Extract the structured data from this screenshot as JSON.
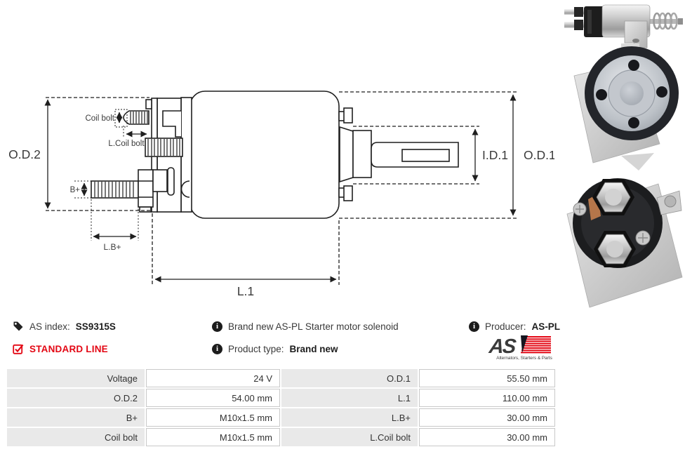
{
  "drawing": {
    "labels": {
      "od2": "O.D.2",
      "od1": "O.D.1",
      "id1": "I.D.1",
      "l1": "L.1",
      "coil_bolt": "Coil bolt",
      "l_coil_bolt": "L.Coil bolt",
      "b_plus": "B+",
      "l_b_plus": "L.B+"
    }
  },
  "info": {
    "as_index_label": "AS index:",
    "as_index_value": "SS9315S",
    "standard_line": "STANDARD LINE",
    "description": "Brand new AS-PL Starter motor solenoid",
    "product_type_label": "Product type:",
    "product_type_value": "Brand new",
    "producer_label": "Producer:",
    "producer_value": "AS-PL",
    "logo_text": "AS",
    "logo_tagline": "Alternators, Starters & Parts"
  },
  "icons": [
    "tag-icon",
    "checkbox-checked-icon",
    "info-icon"
  ],
  "colors": {
    "accent_red": "#e30613",
    "table_label_bg": "#e9e9e9",
    "table_border": "#c9c9c9",
    "line_color": "#1f1f1f"
  },
  "table": {
    "rows": [
      {
        "label1": "Voltage",
        "value1": "24 V",
        "label2": "O.D.1",
        "value2": "55.50 mm"
      },
      {
        "label1": "O.D.2",
        "value1": "54.00 mm",
        "label2": "L.1",
        "value2": "110.00 mm"
      },
      {
        "label1": "B+",
        "value1": "M10x1.5 mm",
        "label2": "L.B+",
        "value2": "30.00 mm"
      },
      {
        "label1": "Coil bolt",
        "value1": "M10x1.5 mm",
        "label2": "L.Coil bolt",
        "value2": "30.00 mm"
      }
    ]
  },
  "photos": [
    "side-view",
    "front-view",
    "rear-view"
  ]
}
